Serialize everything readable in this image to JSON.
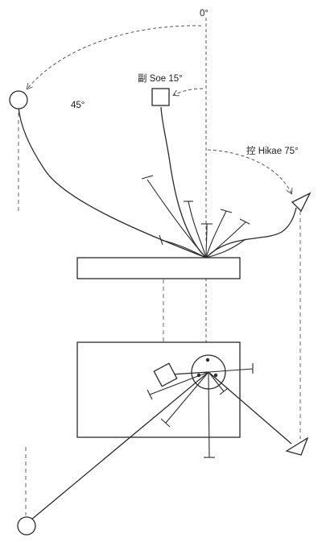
{
  "labels": {
    "zero": "0°",
    "shin": "45°",
    "soe": "副 Soe 15°",
    "hikae": "控 Hikae 75°"
  }
}
